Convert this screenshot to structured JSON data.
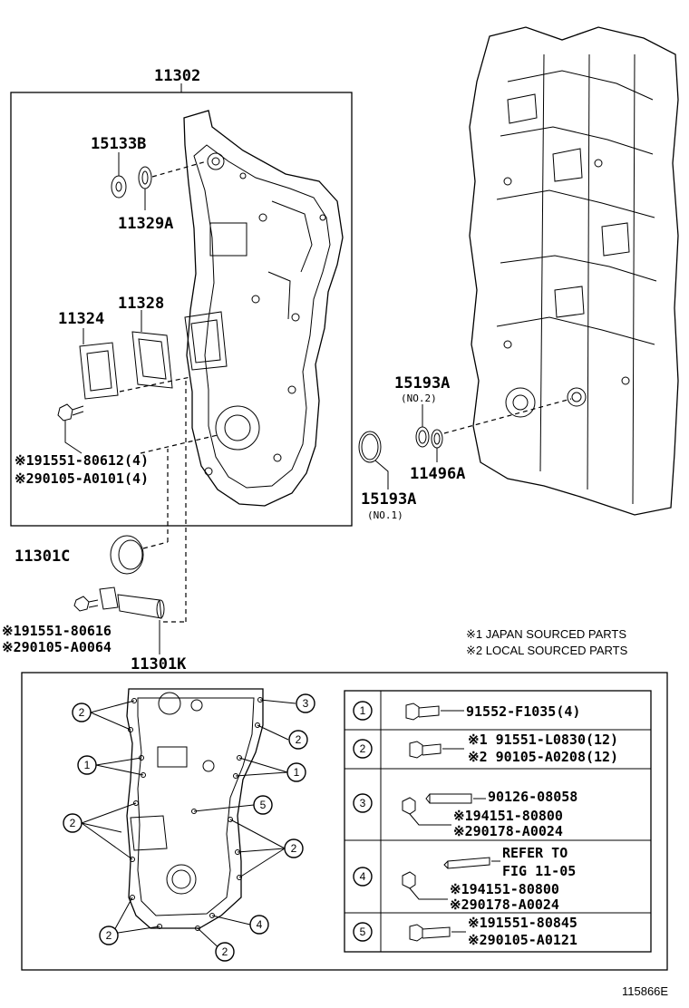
{
  "labels": {
    "cover": "11302",
    "p15133b": "15133B",
    "p11329a": "11329A",
    "p11328": "11328",
    "p11324": "11324",
    "bolt1a": "※191551-80612(4)",
    "bolt1b": "※290105-A0101(4)",
    "p15193a_top": "15193A",
    "no2": "(NO.2)",
    "p11496a": "11496A",
    "p15193a_bot": "15193A",
    "no1": "(NO.1)",
    "p11301c": "11301C",
    "bolt2a": "※191551-80616",
    "bolt2b": "※290105-A0064",
    "p11301k": "11301K"
  },
  "legend": {
    "japan": "※1 JAPAN SOURCED PARTS",
    "local": "※2 LOCAL SOURCED PARTS"
  },
  "callouts": {
    "c2a": "2",
    "c3": "3",
    "c2b": "2",
    "c1a": "1",
    "c1b": "1",
    "c5": "5",
    "c2c": "2",
    "c2d": "2",
    "c2e": "2",
    "c4": "4",
    "c2f": "2"
  },
  "table": {
    "rows": [
      {
        "num": "1",
        "l1": "91552-F1035(4)"
      },
      {
        "num": "2",
        "l1": "※1 91551-L0830(12)",
        "l2": "※2 90105-A0208(12)"
      },
      {
        "num": "3",
        "l1": "90126-08058",
        "l2": "※194151-80800",
        "l3": "※290178-A0024"
      },
      {
        "num": "4",
        "l1": "REFER TO",
        "l2": "FIG 11-05",
        "l3": "※194151-80800",
        "l4": "※290178-A0024"
      },
      {
        "num": "5",
        "l1": "※191551-80845",
        "l2": "※290105-A0121"
      }
    ]
  },
  "figure_id": "115866E"
}
